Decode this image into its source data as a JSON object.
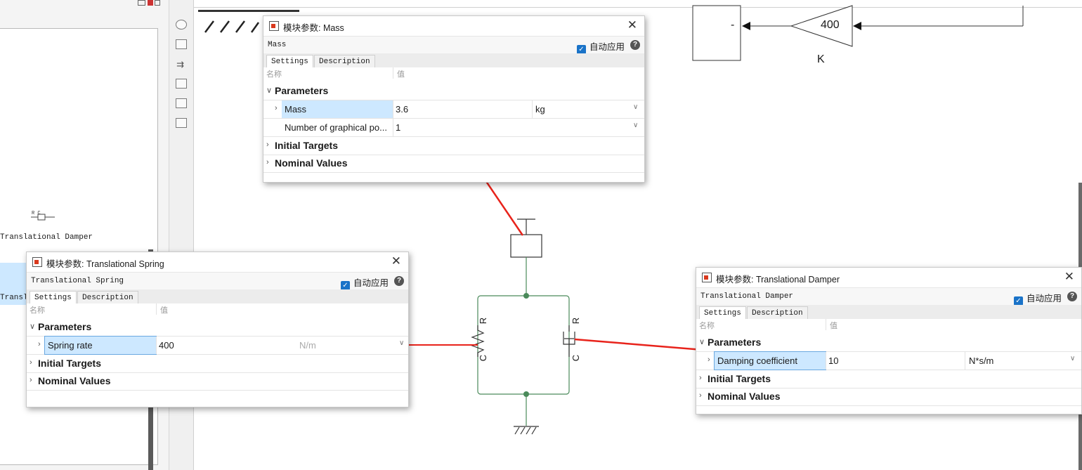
{
  "library": {
    "damper_block_label": "Translational Damper",
    "damper_icon_ports": "R C",
    "cut_label": "Transl"
  },
  "model": {
    "gain_value": "400",
    "gain_name": "K",
    "sum_sign": "-",
    "damper_port_r": "R",
    "damper_port_c": "C",
    "spring_port_r": "R",
    "spring_port_c": "C"
  },
  "mass_dialog": {
    "title": "模块参数: Mass",
    "block_name": "Mass",
    "auto_apply": "自动应用",
    "tabs": [
      "Settings",
      "Description"
    ],
    "col_name": "名称",
    "col_value": "值",
    "parameters_label": "Parameters",
    "rows": [
      {
        "name": "Mass",
        "value": "3.6",
        "unit": "kg"
      },
      {
        "name": "Number of graphical po...",
        "value": "1",
        "unit": ""
      }
    ],
    "initial_targets": "Initial Targets",
    "nominal_values": "Nominal Values"
  },
  "spring_dialog": {
    "title": "模块参数: Translational Spring",
    "block_name": "Translational Spring",
    "auto_apply": "自动应用",
    "tabs": [
      "Settings",
      "Description"
    ],
    "col_name": "名称",
    "col_value": "值",
    "parameters_label": "Parameters",
    "rows": [
      {
        "name": "Spring rate",
        "value": "400",
        "unit": "N/m"
      }
    ],
    "initial_targets": "Initial Targets",
    "nominal_values": "Nominal Values"
  },
  "damper_dialog": {
    "title": "模块参数: Translational Damper",
    "block_name": "Translational Damper",
    "auto_apply": "自动应用",
    "tabs": [
      "Settings",
      "Description"
    ],
    "col_name": "名称",
    "col_value": "值",
    "parameters_label": "Parameters",
    "rows": [
      {
        "name": "Damping coefficient",
        "value": "10",
        "unit": "N*s/m"
      }
    ],
    "initial_targets": "Initial Targets",
    "nominal_values": "Nominal Values"
  },
  "colors": {
    "arrow": "#e8231b",
    "wire": "#4a8a5a",
    "selection": "#cde8ff",
    "checkbox": "#1a73c8"
  }
}
